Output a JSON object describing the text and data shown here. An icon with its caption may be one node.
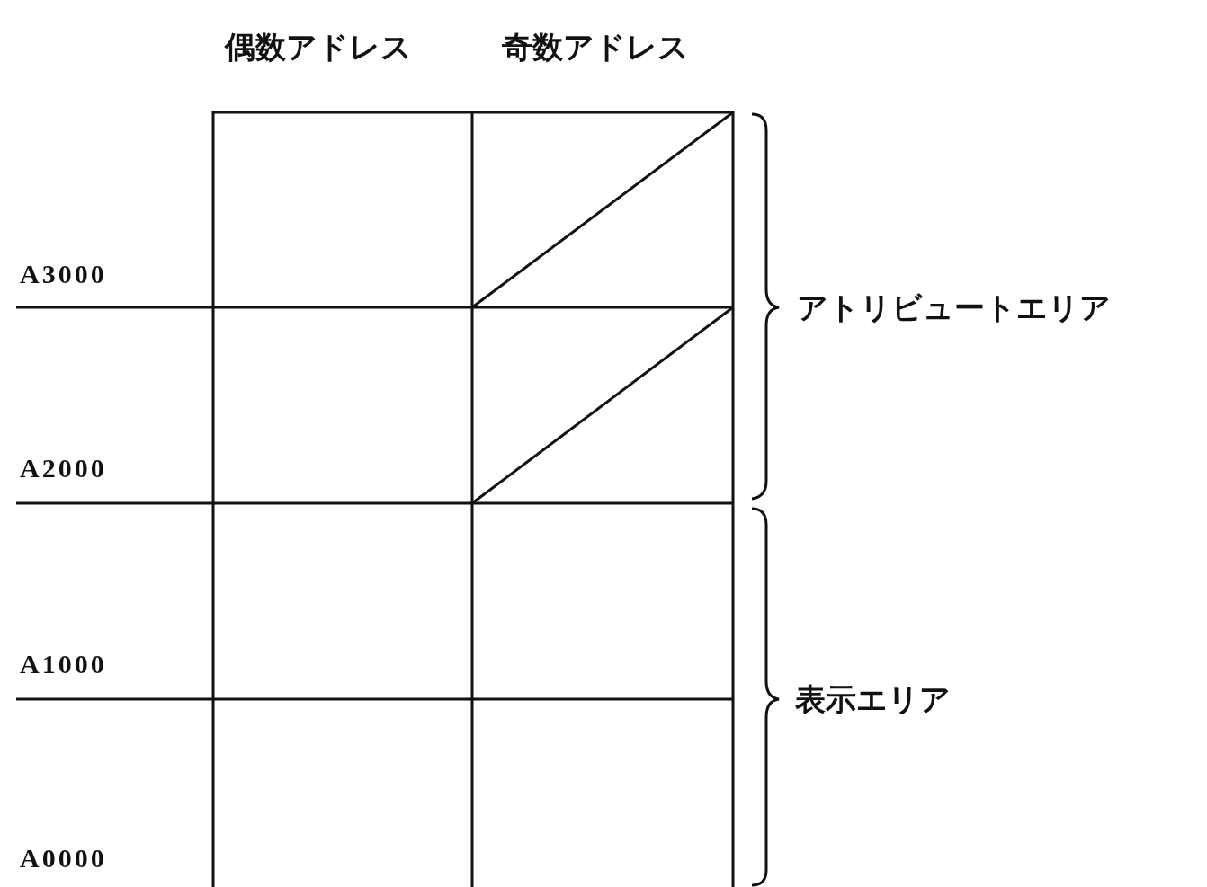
{
  "diagram": {
    "labels": [
      "偶数アドレス",
      "奇数アドレス",
      "A3000",
      "A2000",
      "A1000",
      "A0000",
      "アトリビュートエリア",
      "表示エリア"
    ]
  }
}
